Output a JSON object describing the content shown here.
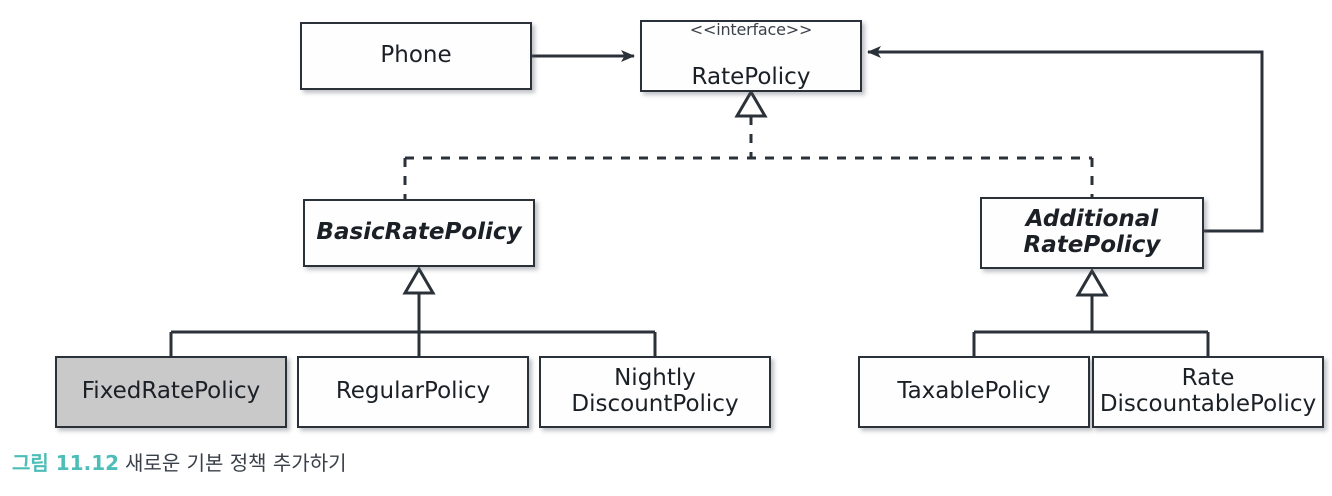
{
  "diagram": {
    "type": "uml-class-diagram",
    "title": "RatePolicy class hierarchy",
    "boxes": [
      {
        "id": "phone",
        "label": "Phone",
        "stereotype": "",
        "abstract": false,
        "highlighted": false
      },
      {
        "id": "ratepolicy",
        "label": "RatePolicy",
        "stereotype": "<<interface>>",
        "abstract": false,
        "highlighted": false
      },
      {
        "id": "basicrate",
        "label": "BasicRatePolicy",
        "stereotype": "",
        "abstract": true,
        "highlighted": false
      },
      {
        "id": "additional",
        "label": "Additional\nRatePolicy",
        "stereotype": "",
        "abstract": true,
        "highlighted": false
      },
      {
        "id": "fixedrate",
        "label": "FixedRatePolicy",
        "stereotype": "",
        "abstract": false,
        "highlighted": true
      },
      {
        "id": "regular",
        "label": "RegularPolicy",
        "stereotype": "",
        "abstract": false,
        "highlighted": false
      },
      {
        "id": "nightly",
        "label": "Nightly\nDiscountPolicy",
        "stereotype": "",
        "abstract": false,
        "highlighted": false
      },
      {
        "id": "taxable",
        "label": "TaxablePolicy",
        "stereotype": "",
        "abstract": false,
        "highlighted": false
      },
      {
        "id": "ratediscount",
        "label": "Rate\nDiscountablePolicy",
        "stereotype": "",
        "abstract": false,
        "highlighted": false
      }
    ],
    "relations": [
      {
        "from": "phone",
        "to": "ratepolicy",
        "kind": "association"
      },
      {
        "from": "additional",
        "to": "ratepolicy",
        "kind": "association"
      },
      {
        "from": "basicrate",
        "to": "ratepolicy",
        "kind": "realization"
      },
      {
        "from": "additional",
        "to": "ratepolicy",
        "kind": "realization"
      },
      {
        "from": "fixedrate",
        "to": "basicrate",
        "kind": "generalization"
      },
      {
        "from": "regular",
        "to": "basicrate",
        "kind": "generalization"
      },
      {
        "from": "nightly",
        "to": "basicrate",
        "kind": "generalization"
      },
      {
        "from": "taxable",
        "to": "additional",
        "kind": "generalization"
      },
      {
        "from": "ratediscount",
        "to": "additional",
        "kind": "generalization"
      }
    ]
  },
  "caption": {
    "number": "그림 11.12",
    "text": "새로운 기본 정책 추가하기"
  },
  "colors": {
    "line": "#2b3138",
    "box_fill": "#fefefe",
    "highlight_fill": "#c9c9c9",
    "caption_number": "#4dbdb8",
    "caption_text": "#3a4049"
  }
}
